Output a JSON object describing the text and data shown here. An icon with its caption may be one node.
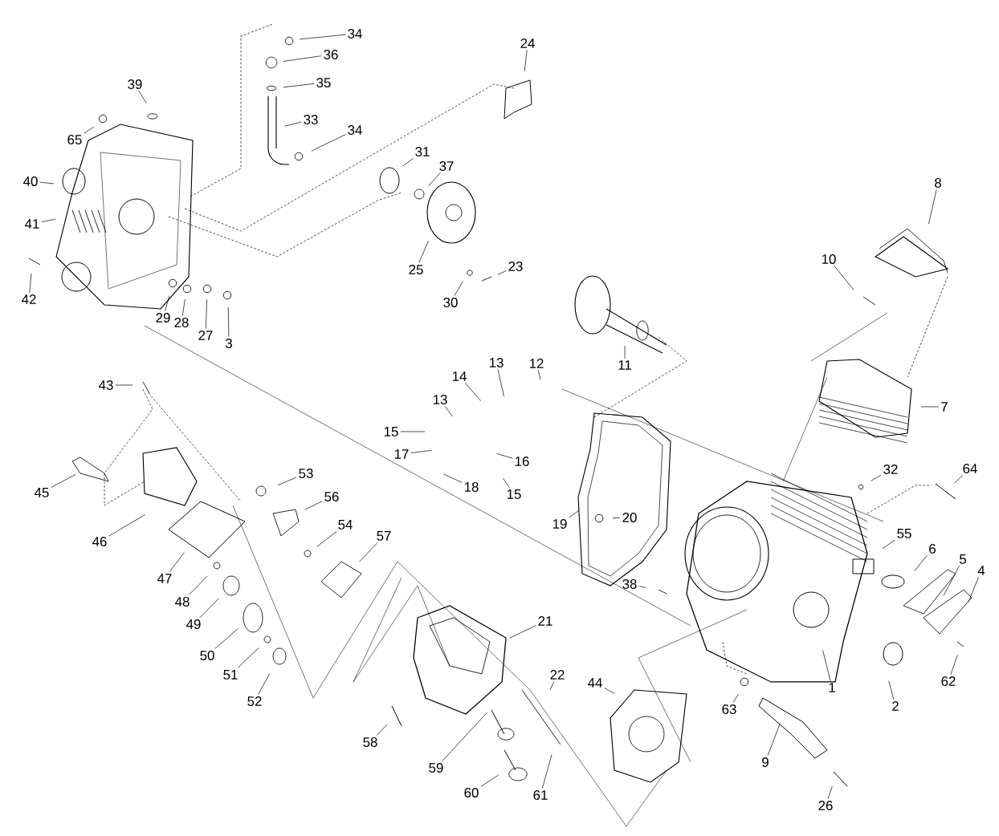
{
  "diagram": {
    "nodes": [
      {
        "text": [
          "34"
        ]
      },
      {
        "text": [
          "36"
        ]
      },
      {
        "text": [
          "24"
        ]
      },
      {
        "text": [
          "35"
        ]
      },
      {
        "text": [
          "39"
        ]
      },
      {
        "text": [
          "33"
        ]
      },
      {
        "text": [
          "34"
        ]
      },
      {
        "text": [
          "65"
        ]
      },
      {
        "text": [
          "31"
        ]
      },
      {
        "text": [
          "37"
        ]
      },
      {
        "text": [
          "40"
        ]
      },
      {
        "text": [
          "8"
        ]
      },
      {
        "text": [
          "41"
        ]
      },
      {
        "text": [
          "10"
        ]
      },
      {
        "text": [
          "23"
        ]
      },
      {
        "text": [
          "25"
        ]
      },
      {
        "text": [
          "42"
        ]
      },
      {
        "text": [
          "30"
        ]
      },
      {
        "text": [
          "29"
        ]
      },
      {
        "text": [
          "28"
        ]
      },
      {
        "text": [
          "27"
        ]
      },
      {
        "text": [
          "3"
        ]
      },
      {
        "text": [
          "11"
        ]
      },
      {
        "text": [
          "13"
        ]
      },
      {
        "text": [
          "12"
        ]
      },
      {
        "text": [
          "14"
        ]
      },
      {
        "text": [
          "43"
        ]
      },
      {
        "text": [
          "7"
        ]
      },
      {
        "text": [
          "13"
        ]
      },
      {
        "text": [
          "15"
        ]
      },
      {
        "text": [
          "17"
        ]
      },
      {
        "text": [
          "16"
        ]
      },
      {
        "text": [
          "64"
        ]
      },
      {
        "text": [
          "32"
        ]
      },
      {
        "text": [
          "53"
        ]
      },
      {
        "text": [
          "18"
        ]
      },
      {
        "text": [
          "45"
        ]
      },
      {
        "text": [
          "15"
        ]
      },
      {
        "text": [
          "56"
        ]
      },
      {
        "text": [
          "20"
        ]
      },
      {
        "text": [
          "19"
        ]
      },
      {
        "text": [
          "54"
        ]
      },
      {
        "text": [
          "55"
        ]
      },
      {
        "text": [
          "57"
        ]
      },
      {
        "text": [
          "46"
        ]
      },
      {
        "text": [
          "6"
        ]
      },
      {
        "text": [
          "5"
        ]
      },
      {
        "text": [
          "4"
        ]
      },
      {
        "text": [
          "47"
        ]
      },
      {
        "text": [
          "38"
        ]
      },
      {
        "text": [
          "48"
        ]
      },
      {
        "text": [
          "21"
        ]
      },
      {
        "text": [
          "49"
        ]
      },
      {
        "text": [
          "50"
        ]
      },
      {
        "text": [
          "51"
        ]
      },
      {
        "text": [
          "22"
        ]
      },
      {
        "text": [
          "44"
        ]
      },
      {
        "text": [
          "62"
        ]
      },
      {
        "text": [
          "1"
        ]
      },
      {
        "text": [
          "52"
        ]
      },
      {
        "text": [
          "2"
        ]
      },
      {
        "text": [
          "63"
        ]
      },
      {
        "text": [
          "58"
        ]
      },
      {
        "text": [
          "9"
        ]
      },
      {
        "text": [
          "59"
        ]
      },
      {
        "text": [
          "60"
        ]
      },
      {
        "text": [
          "61"
        ]
      },
      {
        "text": [
          "26"
        ]
      }
    ],
    "edges": [
      {
        "from": 0,
        "to": null,
        "arrow": "none"
      },
      {
        "from": 1,
        "to": null,
        "arrow": "none"
      },
      {
        "from": 2,
        "to": null,
        "arrow": "none"
      },
      {
        "from": 3,
        "to": null,
        "arrow": "none"
      },
      {
        "from": 4,
        "to": null,
        "arrow": "none"
      },
      {
        "from": 5,
        "to": null,
        "arrow": "none"
      },
      {
        "from": 6,
        "to": null,
        "arrow": "none"
      },
      {
        "from": 7,
        "to": null,
        "arrow": "none"
      },
      {
        "from": 8,
        "to": null,
        "arrow": "none"
      },
      {
        "from": 9,
        "to": null,
        "arrow": "none"
      },
      {
        "from": 10,
        "to": null,
        "arrow": "none"
      },
      {
        "from": 11,
        "to": null,
        "arrow": "none"
      },
      {
        "from": 12,
        "to": null,
        "arrow": "none"
      },
      {
        "from": 13,
        "to": null,
        "arrow": "none"
      },
      {
        "from": 14,
        "to": null,
        "arrow": "none"
      },
      {
        "from": 15,
        "to": null,
        "arrow": "none"
      },
      {
        "from": 16,
        "to": null,
        "arrow": "none"
      },
      {
        "from": 17,
        "to": null,
        "arrow": "none"
      },
      {
        "from": 18,
        "to": null,
        "arrow": "none"
      },
      {
        "from": 19,
        "to": null,
        "arrow": "none"
      },
      {
        "from": 20,
        "to": null,
        "arrow": "none"
      },
      {
        "from": 21,
        "to": null,
        "arrow": "none"
      },
      {
        "from": 22,
        "to": null,
        "arrow": "none"
      },
      {
        "from": 23,
        "to": null,
        "arrow": "none"
      },
      {
        "from": 24,
        "to": null,
        "arrow": "none"
      },
      {
        "from": 25,
        "to": null,
        "arrow": "none"
      },
      {
        "from": 26,
        "to": null,
        "arrow": "none"
      },
      {
        "from": 27,
        "to": null,
        "arrow": "none"
      },
      {
        "from": 28,
        "to": null,
        "arrow": "none"
      },
      {
        "from": 29,
        "to": null,
        "arrow": "none"
      },
      {
        "from": 30,
        "to": null,
        "arrow": "none"
      },
      {
        "from": 31,
        "to": null,
        "arrow": "none"
      },
      {
        "from": 32,
        "to": null,
        "arrow": "none"
      },
      {
        "from": 33,
        "to": null,
        "arrow": "none"
      },
      {
        "from": 34,
        "to": null,
        "arrow": "none"
      },
      {
        "from": 35,
        "to": null,
        "arrow": "none"
      },
      {
        "from": 36,
        "to": null,
        "arrow": "none"
      },
      {
        "from": 37,
        "to": null,
        "arrow": "none"
      },
      {
        "from": 38,
        "to": null,
        "arrow": "none"
      },
      {
        "from": 39,
        "to": null,
        "arrow": "none"
      },
      {
        "from": 40,
        "to": null,
        "arrow": "none"
      },
      {
        "from": 41,
        "to": null,
        "arrow": "none"
      },
      {
        "from": 42,
        "to": null,
        "arrow": "none"
      },
      {
        "from": 43,
        "to": null,
        "arrow": "none"
      },
      {
        "from": 44,
        "to": null,
        "arrow": "none"
      },
      {
        "from": 45,
        "to": null,
        "arrow": "none"
      },
      {
        "from": 46,
        "to": null,
        "arrow": "none"
      },
      {
        "from": 47,
        "to": null,
        "arrow": "none"
      },
      {
        "from": 48,
        "to": null,
        "arrow": "none"
      },
      {
        "from": 49,
        "to": null,
        "arrow": "none"
      },
      {
        "from": 50,
        "to": null,
        "arrow": "none"
      },
      {
        "from": 51,
        "to": null,
        "arrow": "none"
      },
      {
        "from": 52,
        "to": null,
        "arrow": "none"
      },
      {
        "from": 53,
        "to": null,
        "arrow": "none"
      },
      {
        "from": 54,
        "to": null,
        "arrow": "none"
      },
      {
        "from": 55,
        "to": null,
        "arrow": "none"
      },
      {
        "from": 56,
        "to": null,
        "arrow": "none"
      },
      {
        "from": 57,
        "to": null,
        "arrow": "none"
      },
      {
        "from": 58,
        "to": null,
        "arrow": "none"
      },
      {
        "from": 59,
        "to": null,
        "arrow": "none"
      },
      {
        "from": 60,
        "to": null,
        "arrow": "none"
      },
      {
        "from": 61,
        "to": null,
        "arrow": "none"
      },
      {
        "from": 62,
        "to": null,
        "arrow": "none"
      },
      {
        "from": 63,
        "to": null,
        "arrow": "none"
      },
      {
        "from": 64,
        "to": null,
        "arrow": "none"
      },
      {
        "from": 65,
        "to": null,
        "arrow": "none"
      },
      {
        "from": 66,
        "to": null,
        "arrow": "none"
      },
      {
        "from": 67,
        "to": null,
        "arrow": "none"
      }
    ]
  }
}
